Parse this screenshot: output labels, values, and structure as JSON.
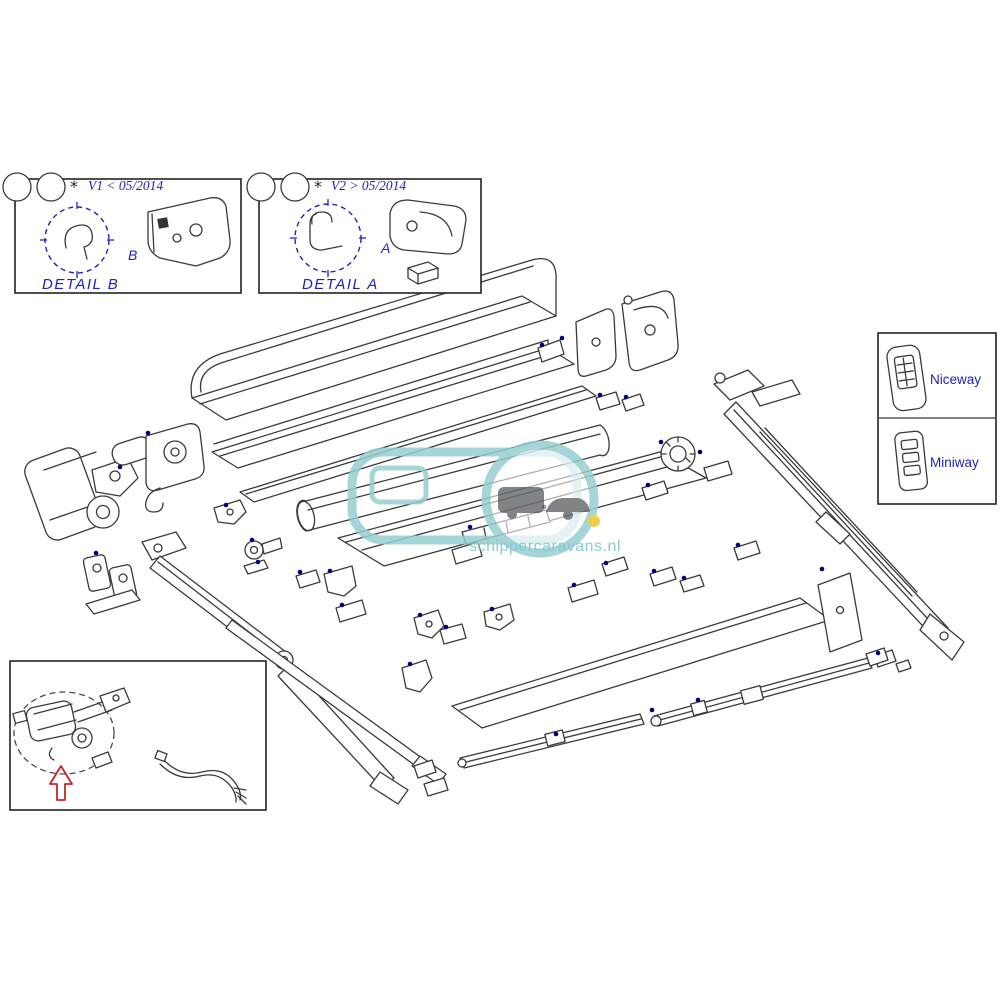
{
  "detail_b": {
    "marker": "*",
    "version": "V1 < 05/2014",
    "title": "DETAIL B",
    "letter": "B"
  },
  "detail_a": {
    "marker": "*",
    "version": "V2 > 05/2014",
    "title": "DETAIL A",
    "letter": "A"
  },
  "remotes": {
    "niceway": "Niceway",
    "miniway": "Miniway"
  },
  "watermark": {
    "site": "schippercaravans.nl"
  },
  "colors": {
    "line": "#3a3a3a",
    "accent_blue": "#2121b5",
    "marker_navy": "#00007d",
    "watermark_teal": "#97ced2",
    "arrow_red": "#cc2222",
    "wheel_yellow": "#e9c62b"
  }
}
